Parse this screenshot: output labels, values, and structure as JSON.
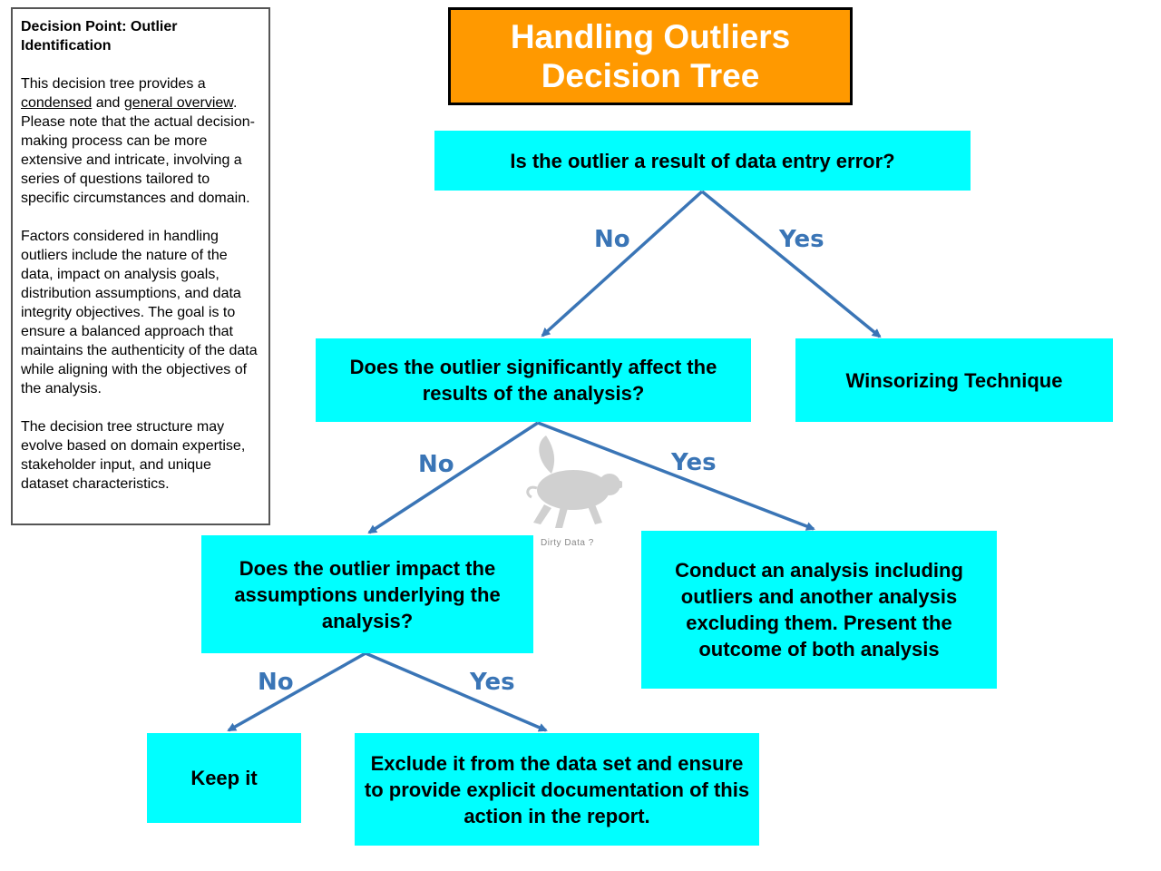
{
  "side_panel": {
    "title": "Decision Point: Outlier Identification",
    "p1": {
      "before": "This decision tree provides a ",
      "u1": "condensed",
      "mid": " and ",
      "u2": "general overview",
      "after": ". Please note that the actual decision-making process can be more extensive and intricate, involving a series of questions tailored to specific circumstances and domain."
    },
    "p2": "Factors considered in handling outliers include the nature of the data, impact on analysis goals, distribution assumptions, and data integrity objectives. The goal is to ensure a balanced approach that maintains the authenticity of the data while aligning with the objectives of the analysis.",
    "p3": "The decision tree structure may evolve based on domain expertise, stakeholder input, and unique dataset characteristics."
  },
  "title": {
    "line1": "Handling Outliers",
    "line2": "Decision Tree"
  },
  "nodes": {
    "q1": "Is the outlier a result of data entry error?",
    "q2": "Does the outlier significantly affect the results of the analysis?",
    "winsorizing": "Winsorizing Technique",
    "q3": "Does the outlier impact the assumptions underlying the analysis?",
    "conduct": "Conduct an analysis including outliers and another analysis excluding them. Present the outcome of both analysis",
    "keep": "Keep it",
    "exclude": "Exclude it from the data set and ensure to provide explicit documentation of this action in the report."
  },
  "edge_labels": {
    "q1_no": "No",
    "q1_yes": "Yes",
    "q2_no": "No",
    "q2_yes": "Yes",
    "q3_no": "No",
    "q3_yes": "Yes"
  },
  "watermark_text": "Dirty Data ?",
  "colors": {
    "node_fill": "#00ffff",
    "title_fill": "#ff9900",
    "edge": "#3a75b6"
  }
}
